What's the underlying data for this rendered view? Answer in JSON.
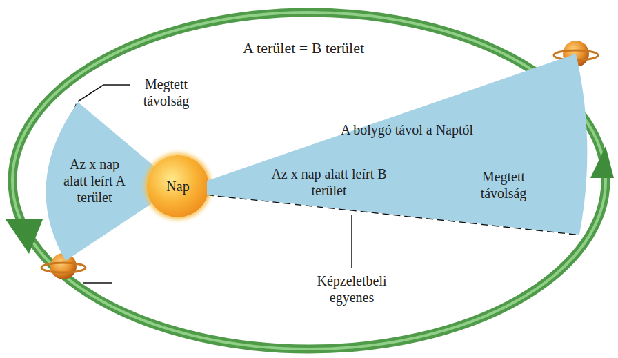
{
  "diagram": {
    "title": "A terület = B terület",
    "nodes": [
      {
        "text": [
          "Az x nap alatt leírt A terület"
        ]
      },
      {
        "text": [
          "Nap"
        ]
      },
      {
        "text": [
          "Az x nap alatt leírt B terület",
          "Megtett távolság"
        ]
      }
    ],
    "labels": [
      "Megtett távolság",
      "A bolygó távol a Naptól",
      "Képzeletbeli egyenes"
    ]
  }
}
